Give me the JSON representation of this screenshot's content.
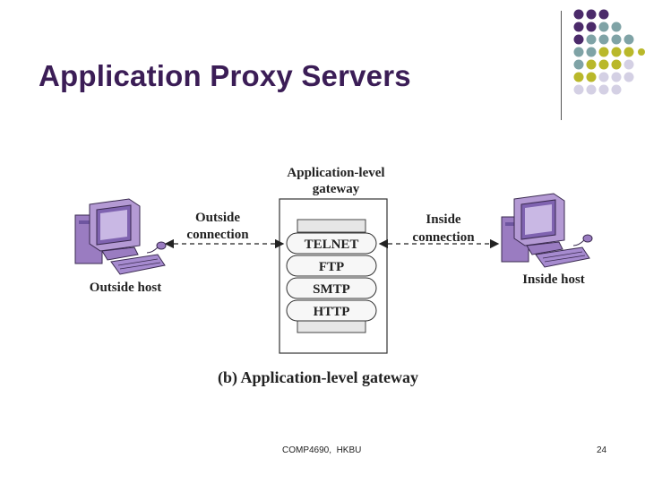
{
  "slide": {
    "title": "Application Proxy Servers",
    "footer_text": "COMP4690,  HKBU",
    "page_number": "24"
  },
  "diagram": {
    "gateway_label_line1": "Application-level",
    "gateway_label_line2": "gateway",
    "outside_connection_line1": "Outside",
    "outside_connection_line2": "connection",
    "inside_connection_line1": "Inside",
    "inside_connection_line2": "connection",
    "outside_host_label": "Outside host",
    "inside_host_label": "Inside host",
    "protocols": [
      "TELNET",
      "FTP",
      "SMTP",
      "HTTP"
    ],
    "caption": "(b) Application-level gateway"
  },
  "colors": {
    "title": "#3b1d56",
    "dot_purple": "#4b2a6a",
    "dot_teal": "#7fa3a6",
    "dot_olive": "#b9b82a",
    "dot_lavender": "#d4d0e4",
    "computer_purple": "#9a7cc1"
  }
}
